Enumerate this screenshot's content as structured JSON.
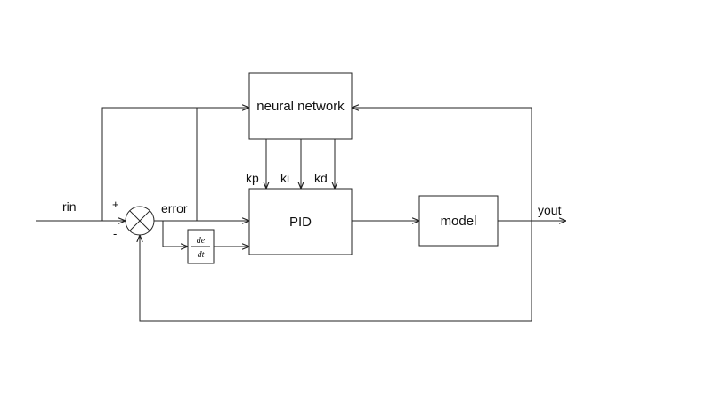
{
  "blocks": {
    "neural_network": "neural network",
    "pid": "PID",
    "model": "model",
    "derivative_numerator": "de",
    "derivative_denominator": "dt"
  },
  "signals": {
    "rin": "rin",
    "error": "error",
    "yout": "yout",
    "kp": "kp",
    "ki": "ki",
    "kd": "kd",
    "plus": "+",
    "minus": "-"
  },
  "colors": {
    "line": "#222222",
    "background": "#ffffff"
  }
}
